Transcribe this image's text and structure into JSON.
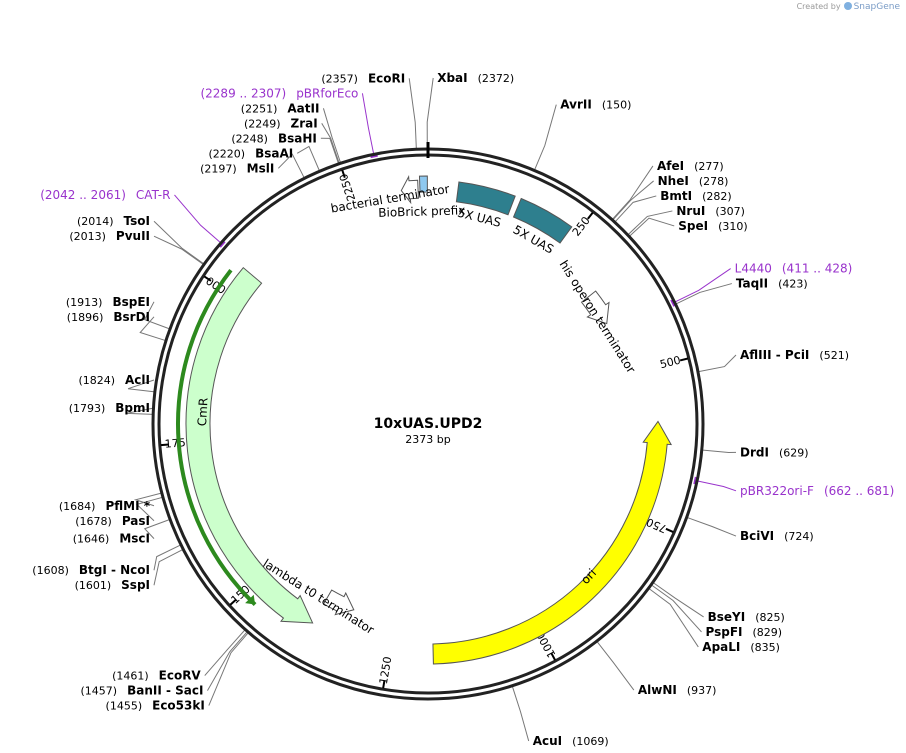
{
  "credit": {
    "prefix": "Created by",
    "brand": "SnapGene"
  },
  "plasmid": {
    "name": "10xUAS.UPD2",
    "size_label": "2373 bp",
    "length": 2373
  },
  "ticks": [
    250,
    500,
    750,
    1000,
    1250,
    1500,
    1750,
    2000,
    2250
  ],
  "sites": [
    {
      "name": "EcoRI",
      "pos": "(2357)",
      "bp": 2357,
      "side": "L"
    },
    {
      "name": "XbaI",
      "pos": "(2372)",
      "bp": 2372,
      "side": "R"
    },
    {
      "name": "AvrII",
      "pos": "(150)",
      "bp": 150,
      "side": "R"
    },
    {
      "name": "AfeI",
      "pos": "(277)",
      "bp": 277,
      "side": "R"
    },
    {
      "name": "NheI",
      "pos": "(278)",
      "bp": 278,
      "side": "R"
    },
    {
      "name": "BmtI",
      "pos": "(282)",
      "bp": 282,
      "side": "R"
    },
    {
      "name": "NruI",
      "pos": "(307)",
      "bp": 307,
      "side": "R"
    },
    {
      "name": "SpeI",
      "pos": "(310)",
      "bp": 310,
      "side": "R"
    },
    {
      "name": "TaqII",
      "pos": "(423)",
      "bp": 423,
      "side": "R"
    },
    {
      "name": "AflIII - PciI",
      "pos": "(521)",
      "bp": 521,
      "side": "R"
    },
    {
      "name": "DrdI",
      "pos": "(629)",
      "bp": 629,
      "side": "R"
    },
    {
      "name": "BciVI",
      "pos": "(724)",
      "bp": 724,
      "side": "R"
    },
    {
      "name": "BseYI",
      "pos": "(825)",
      "bp": 825,
      "side": "R"
    },
    {
      "name": "PspFI",
      "pos": "(829)",
      "bp": 829,
      "side": "R"
    },
    {
      "name": "ApaLI",
      "pos": "(835)",
      "bp": 835,
      "side": "R"
    },
    {
      "name": "AlwNI",
      "pos": "(937)",
      "bp": 937,
      "side": "R"
    },
    {
      "name": "AcuI",
      "pos": "(1069)",
      "bp": 1069,
      "side": "R"
    },
    {
      "name": "Eco53kI",
      "pos": "(1455)",
      "bp": 1455,
      "side": "L"
    },
    {
      "name": "BanII - SacI",
      "pos": "(1457)",
      "bp": 1457,
      "side": "L"
    },
    {
      "name": "EcoRV",
      "pos": "(1461)",
      "bp": 1461,
      "side": "L"
    },
    {
      "name": "SspI",
      "pos": "(1601)",
      "bp": 1601,
      "side": "L"
    },
    {
      "name": "BtgI - NcoI",
      "pos": "(1608)",
      "bp": 1608,
      "side": "L"
    },
    {
      "name": "MscI",
      "pos": "(1646)",
      "bp": 1646,
      "side": "L"
    },
    {
      "name": "PasI",
      "pos": "(1678)",
      "bp": 1678,
      "side": "L"
    },
    {
      "name": "PflMI *",
      "pos": "(1684)",
      "bp": 1684,
      "side": "L"
    },
    {
      "name": "BpmI",
      "pos": "(1793)",
      "bp": 1793,
      "side": "L"
    },
    {
      "name": "AclI",
      "pos": "(1824)",
      "bp": 1824,
      "side": "L"
    },
    {
      "name": "BsrDI",
      "pos": "(1896)",
      "bp": 1896,
      "side": "L"
    },
    {
      "name": "BspEI",
      "pos": "(1913)",
      "bp": 1913,
      "side": "L"
    },
    {
      "name": "PvuII",
      "pos": "(2013)",
      "bp": 2013,
      "side": "L"
    },
    {
      "name": "TsoI",
      "pos": "(2014)",
      "bp": 2014,
      "side": "L"
    },
    {
      "name": "MslI",
      "pos": "(2197)",
      "bp": 2197,
      "side": "L"
    },
    {
      "name": "BsaAI",
      "pos": "(2220)",
      "bp": 2220,
      "side": "L"
    },
    {
      "name": "BsaHI",
      "pos": "(2248)",
      "bp": 2248,
      "side": "L"
    },
    {
      "name": "ZraI",
      "pos": "(2249)",
      "bp": 2249,
      "side": "L"
    },
    {
      "name": "AatII",
      "pos": "(2251)",
      "bp": 2251,
      "side": "L"
    }
  ],
  "primers": [
    {
      "name": "pBRforEco",
      "range": "(2289 .. 2307)",
      "bp": 2298,
      "side": "L"
    },
    {
      "name": "CAT-R",
      "range": "(2042 .. 2061)",
      "bp": 2051,
      "side": "L"
    },
    {
      "name": "L4440",
      "range": "(411 .. 428)",
      "bp": 420,
      "side": "R"
    },
    {
      "name": "pBR322ori-F",
      "range": "(662 .. 681)",
      "bp": 672,
      "side": "R"
    }
  ],
  "features": [
    {
      "name": "5X UAS",
      "type": "box",
      "start": 48,
      "end": 138,
      "color": "#2e7f8e"
    },
    {
      "name": "5X UAS",
      "type": "box",
      "start": 148,
      "end": 238,
      "color": "#2e7f8e"
    },
    {
      "name": "BioBrick prefix",
      "type": "box",
      "start": 2360,
      "end": 2372,
      "color": "#8ec8ef"
    },
    {
      "name": "bacterial terminator",
      "type": "arrow",
      "start": 2330,
      "end": 2357,
      "dir": "ccw",
      "color": "#ffffff"
    },
    {
      "name": "his operon terminator",
      "type": "arrow",
      "start": 340,
      "end": 400,
      "dir": "cw",
      "color": "#ffffff"
    },
    {
      "name": "ori",
      "type": "arrow",
      "start": 589,
      "end": 1178,
      "dir": "ccw",
      "color": "#ffff00"
    },
    {
      "name": "CmR",
      "type": "arrow",
      "start": 1385,
      "end": 2045,
      "dir": "ccw",
      "color": "#ccffcc"
    },
    {
      "name": "lambda t0 terminator",
      "type": "arrow",
      "start": 1330,
      "end": 1385,
      "dir": "ccw",
      "color": "#ffffff"
    }
  ],
  "promoter_arc": {
    "start": 1475,
    "end": 2030,
    "color": "#2d8a1e"
  }
}
